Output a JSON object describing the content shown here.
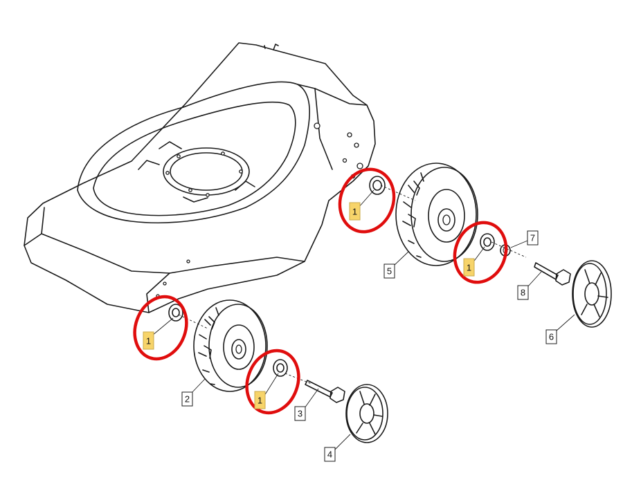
{
  "callouts": {
    "hub_front_left": "1",
    "hub_front_right": "1",
    "hub_rear_left": "1",
    "hub_rear_right": "1",
    "wheel_front": "2",
    "bolt_front": "3",
    "cap_front": "4",
    "wheel_rear": "5",
    "cap_rear": "6",
    "washer": "7",
    "bolt_rear": "8"
  },
  "colors": {
    "line": "#1a1a1a",
    "highlight_ring": "#e00d0d",
    "highlight_label": "#f7d46a",
    "background": "#ffffff"
  }
}
